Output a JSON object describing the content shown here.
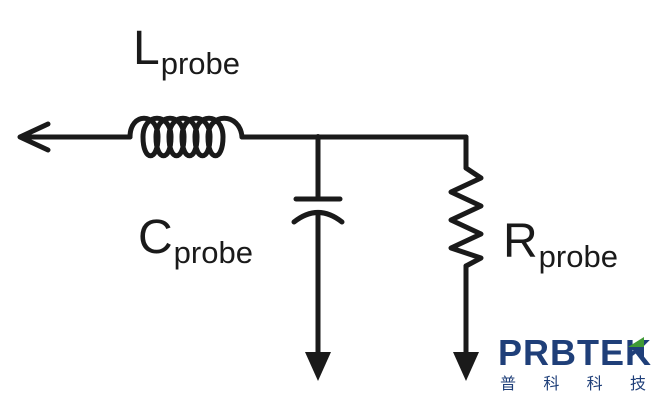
{
  "labels": {
    "inductor": {
      "main": "L",
      "sub": "probe"
    },
    "capacitor": {
      "main": "C",
      "sub": "probe"
    },
    "resistor": {
      "main": "R",
      "sub": "probe"
    }
  },
  "logo": {
    "wordmark": "PRBTEK",
    "chinese": [
      "普",
      "科",
      "科",
      "技"
    ]
  },
  "colors": {
    "wire": "#1a1a1a",
    "logo_blue": "#1f3f79",
    "logo_green": "#3f9a35"
  }
}
